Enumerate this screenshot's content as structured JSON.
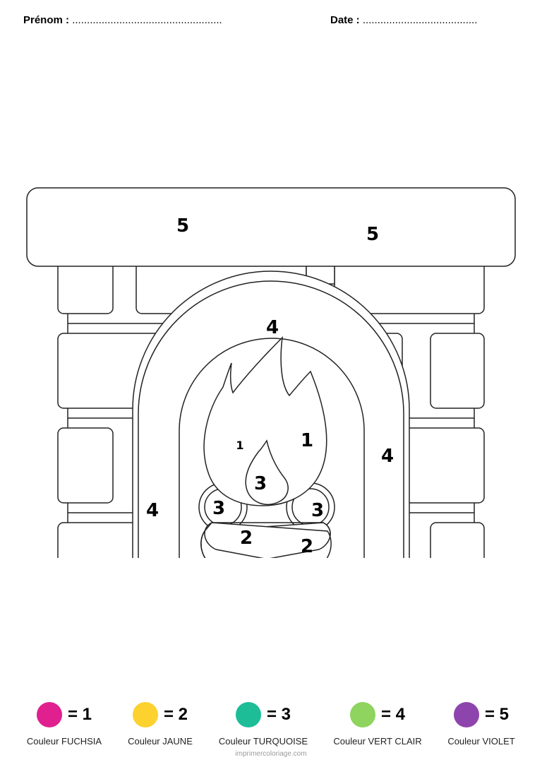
{
  "header": {
    "prenom_label": "Prénom :",
    "prenom_dots": "...................................................",
    "date_label": "Date :",
    "date_dots": "......................................."
  },
  "drawing": {
    "numbers": [
      "5",
      "5",
      "4",
      "4",
      "4",
      "1",
      "1",
      "3",
      "3",
      "3",
      "2",
      "2"
    ]
  },
  "legend": [
    {
      "number": "= 1",
      "label": "Couleur FUCHSIA",
      "color": "#e0208f"
    },
    {
      "number": "= 2",
      "label": "Couleur JAUNE",
      "color": "#fdd12e"
    },
    {
      "number": "= 3",
      "label": "Couleur TURQUOISE",
      "color": "#1dbd98"
    },
    {
      "number": "= 4",
      "label": "Couleur VERT CLAIR",
      "color": "#8ed45e"
    },
    {
      "number": "= 5",
      "label": "Couleur VIOLET",
      "color": "#8e44ad"
    }
  ],
  "credit": "imprimercoloriage.com"
}
